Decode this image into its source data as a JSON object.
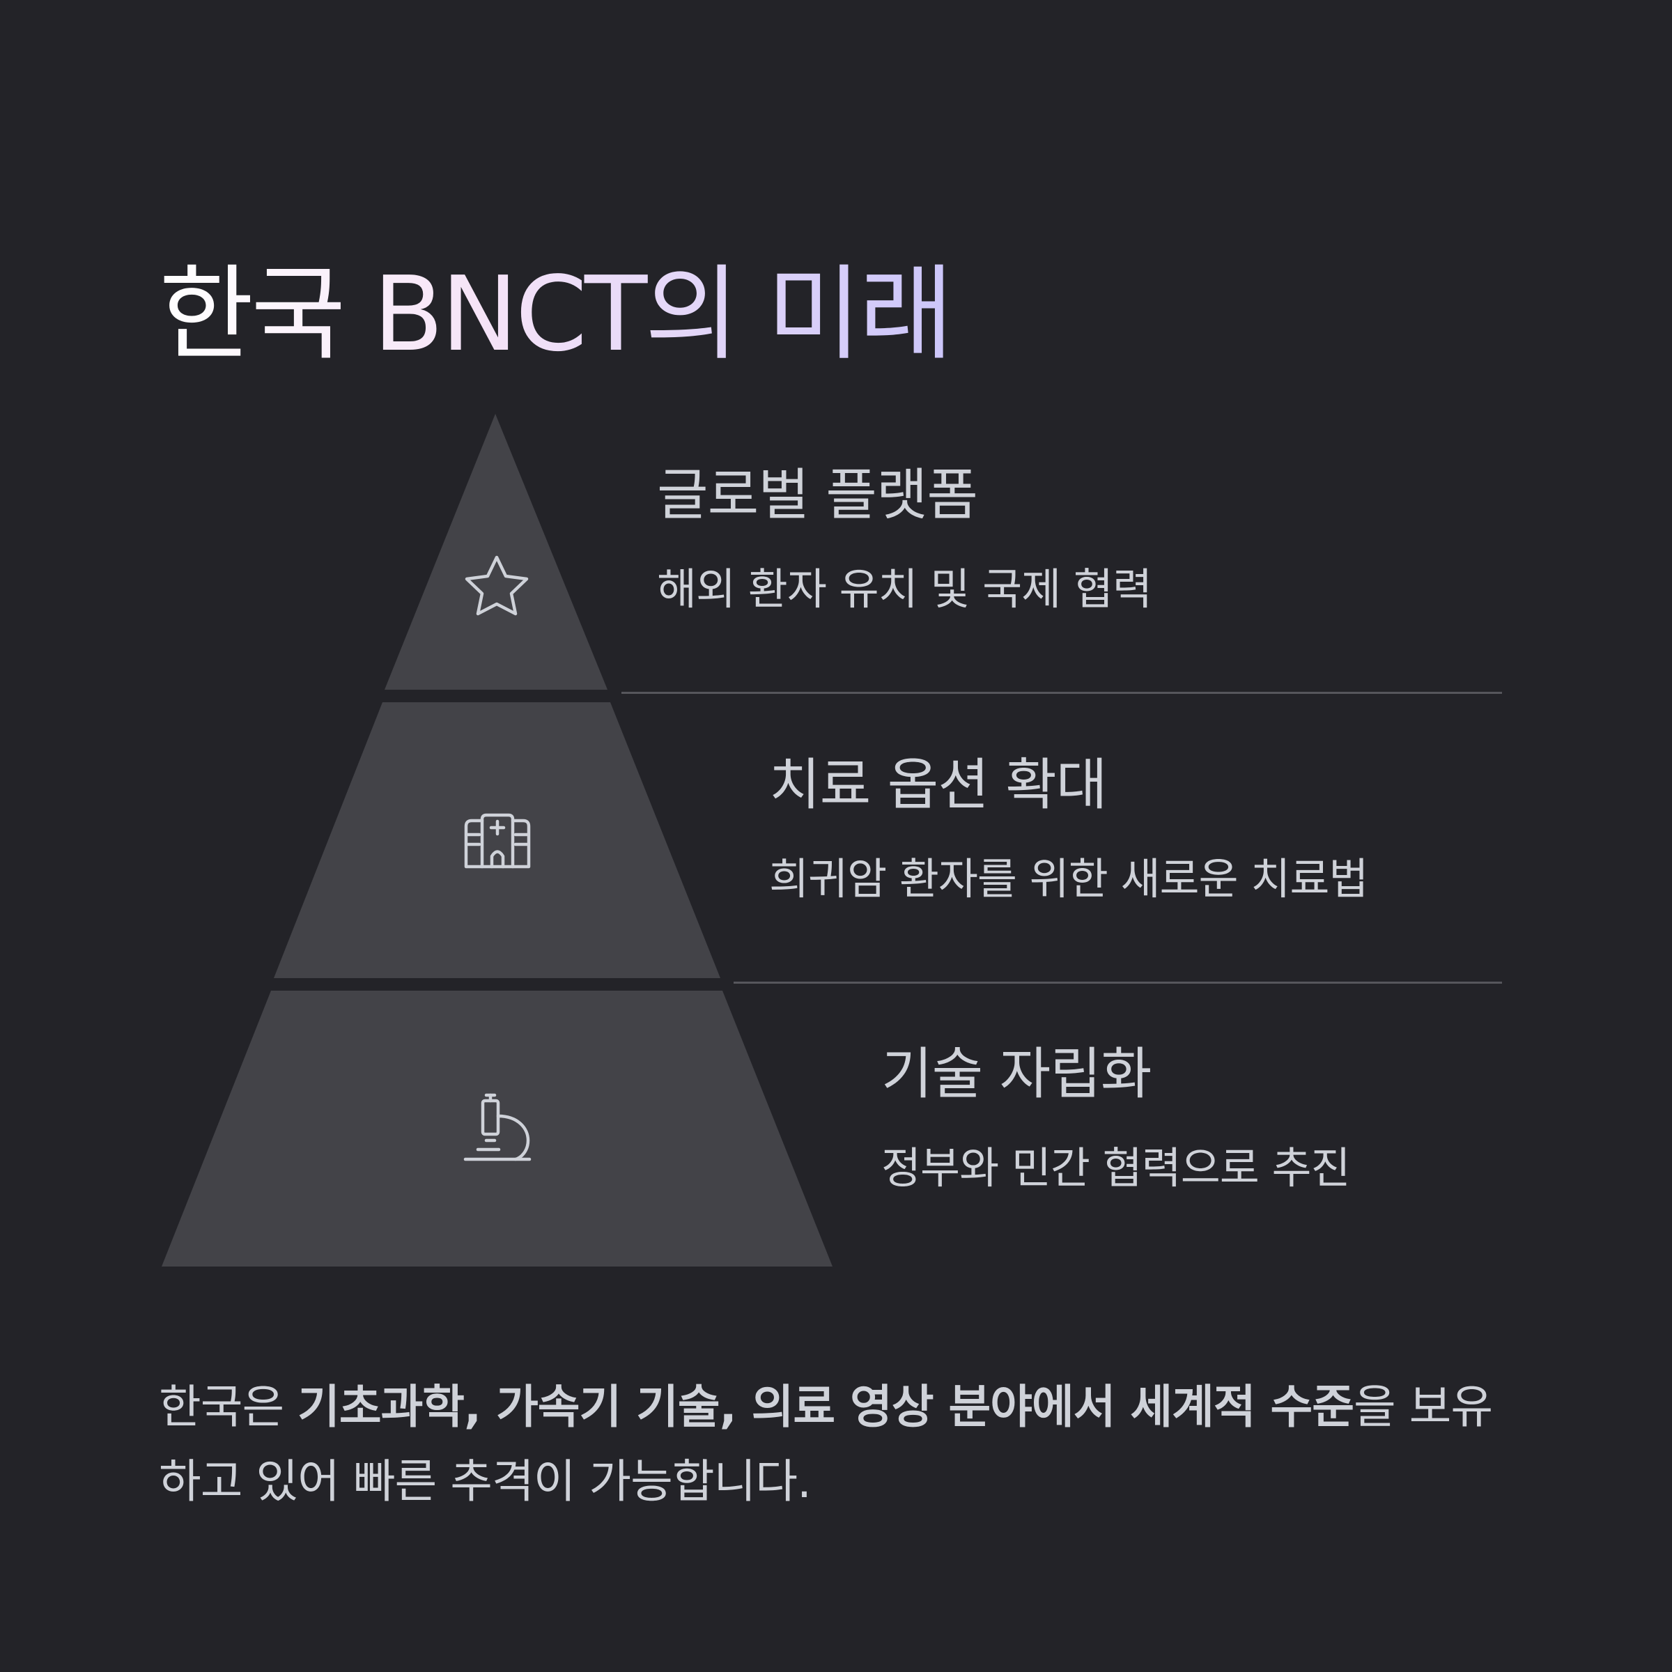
{
  "title": "한국 BNCT의 미래",
  "layers": [
    {
      "icon": "star-icon",
      "heading": "글로벌 플랫폼",
      "description": "해외 환자 유치 및 국제 협력"
    },
    {
      "icon": "hospital-icon",
      "heading": "치료 옵션 확대",
      "description": "희귀암 환자를 위한 새로운 치료법"
    },
    {
      "icon": "microscope-icon",
      "heading": "기술 자립화",
      "description": "정부와 민간 협력으로 추진"
    }
  ],
  "footer": {
    "prefix": "한국은 ",
    "bold": "기초과학, 가속기 기술, 의료 영상 분야에서 세계적 수준",
    "suffix": "을 보유하고 있어 빠른 추격이 가능합니다."
  },
  "colors": {
    "background": "#232328",
    "pyramid_fill": "#434348",
    "icon_stroke": "#cfd2d9",
    "divider": "#56565c",
    "text": "#cfd2d9"
  }
}
